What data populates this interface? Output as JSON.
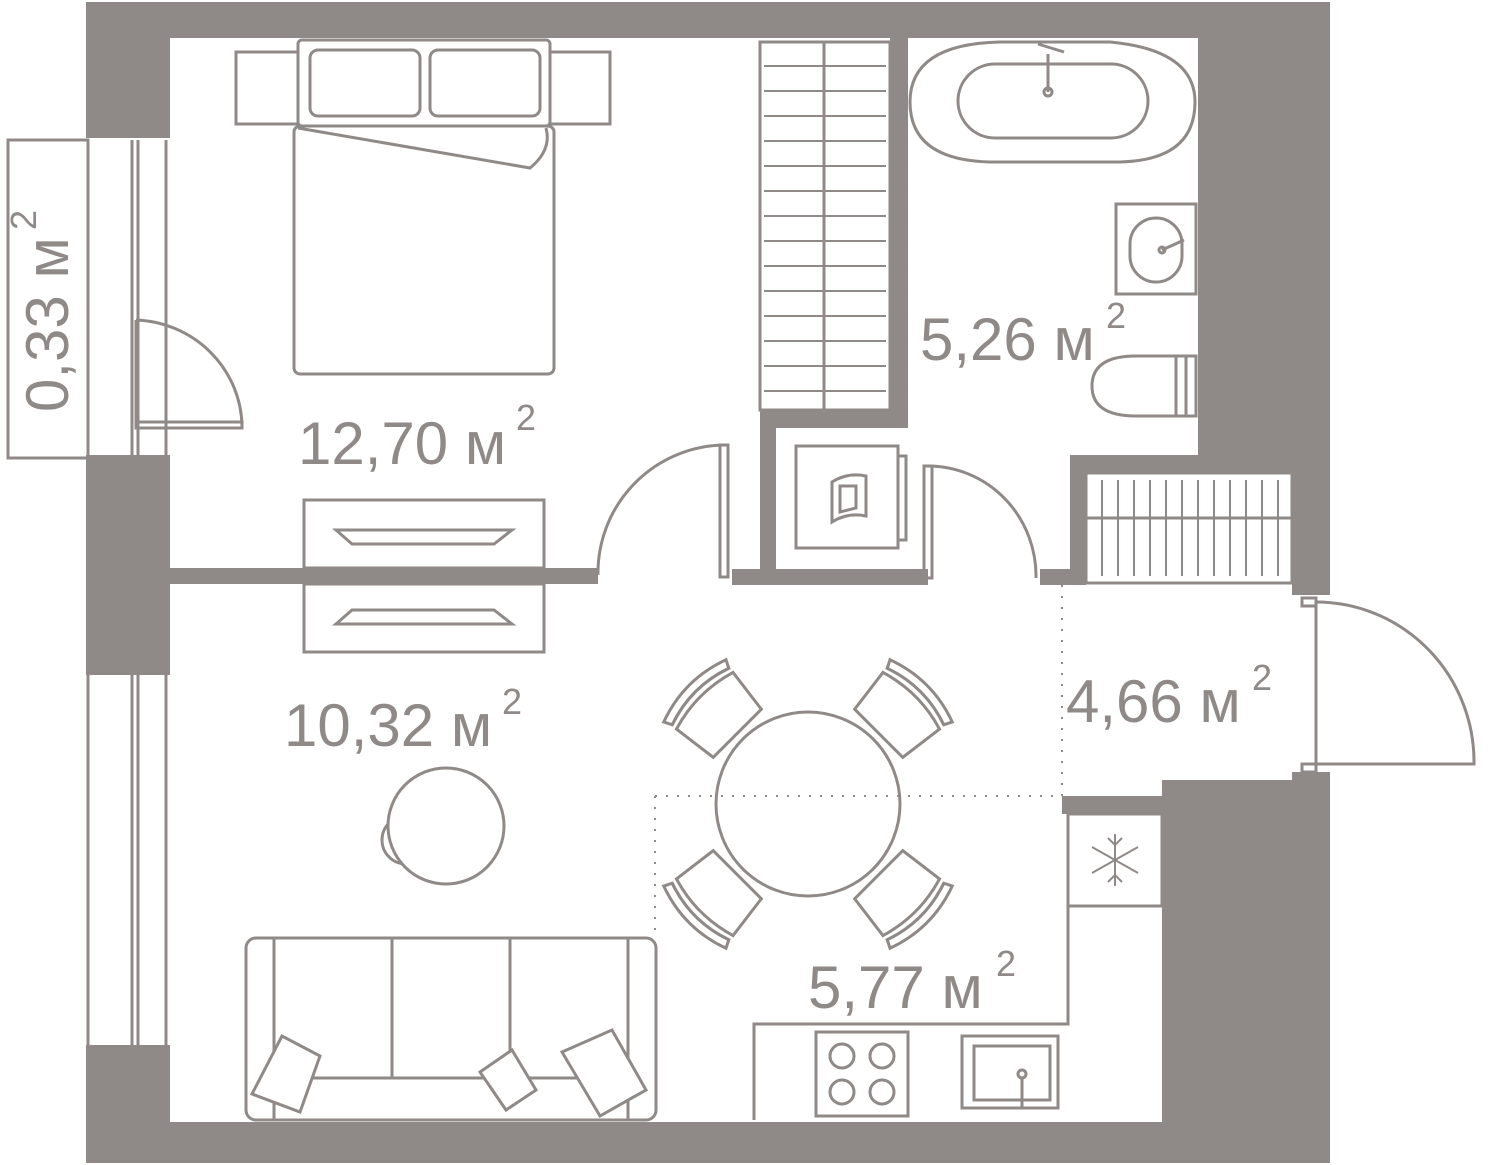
{
  "colors": {
    "wall": "#8f8a87",
    "background": "#ffffff"
  },
  "rooms": [
    {
      "id": "bedroom",
      "area": "12,70 м",
      "sup": "2"
    },
    {
      "id": "bathroom",
      "area": "5,26 м",
      "sup": "2"
    },
    {
      "id": "hallway",
      "area": "4,66 м",
      "sup": "2"
    },
    {
      "id": "living",
      "area": "10,32 м",
      "sup": "2"
    },
    {
      "id": "kitchen",
      "area": "5,77 м",
      "sup": "2"
    },
    {
      "id": "balcony",
      "area": "0,33 м",
      "sup": "2"
    }
  ],
  "icons": [
    "bed-icon",
    "wardrobe-icon",
    "bathtub-icon",
    "sink-icon",
    "toilet-icon",
    "washing-machine-icon",
    "closet-icon",
    "dresser-icon",
    "dining-table-icon",
    "armchair-icon",
    "sofa-icon",
    "stove-icon",
    "kitchen-sink-icon",
    "fridge-icon",
    "snowflake-icon",
    "door-icon",
    "window-icon"
  ]
}
